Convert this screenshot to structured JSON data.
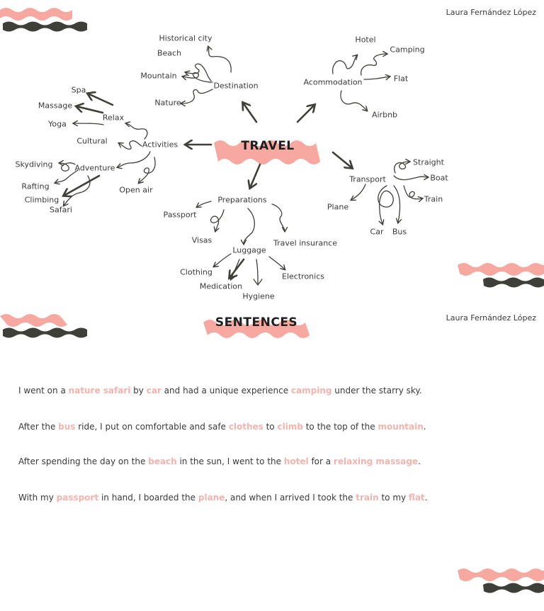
{
  "author": "Laura Fernández López",
  "colors": {
    "accent": "#f7a9a1",
    "dark": "#3f3f3a",
    "highlight": "#f4b3ad"
  },
  "mindmap": {
    "center": "TRAVEL",
    "destination": {
      "label": "Destination",
      "items": [
        "Historical city",
        "Beach",
        "Mountain",
        "Nature"
      ]
    },
    "accommodation": {
      "label": "Acommodation",
      "items": [
        "Hotel",
        "Camping",
        "Flat",
        "Airbnb"
      ]
    },
    "activities": {
      "label": "Activities",
      "relax": {
        "label": "Relax",
        "items": [
          "Spa",
          "Massage",
          "Yoga"
        ]
      },
      "cultural": "Cultural",
      "adventure": {
        "label": "Adventure",
        "items": [
          "Skydiving",
          "Rafting",
          "Climbing",
          "Safari"
        ]
      },
      "open_air": "Open air"
    },
    "transport": {
      "label": "Transport",
      "items": [
        "Straight",
        "Boat",
        "Train",
        "Plane",
        "Car",
        "Bus"
      ]
    },
    "preparations": {
      "label": "Preparations",
      "items": [
        "Passport",
        "Visas",
        "Travel insurance"
      ],
      "luggage": {
        "label": "Luggage",
        "items": [
          "Clothing",
          "Medication",
          "Hygiene",
          "Electronics"
        ]
      }
    }
  },
  "sentences_title": "SENTENCES",
  "sentences": [
    [
      {
        "t": "I went on a ",
        "h": false
      },
      {
        "t": "nature safari",
        "h": true
      },
      {
        "t": " by ",
        "h": false
      },
      {
        "t": "car",
        "h": true
      },
      {
        "t": " and had a unique experience ",
        "h": false
      },
      {
        "t": "camping",
        "h": true
      },
      {
        "t": " under the starry sky.",
        "h": false
      }
    ],
    [
      {
        "t": "After the ",
        "h": false
      },
      {
        "t": "bus",
        "h": true
      },
      {
        "t": " ride, I put on comfortable and safe ",
        "h": false
      },
      {
        "t": "clothes",
        "h": true
      },
      {
        "t": " to ",
        "h": false
      },
      {
        "t": "climb",
        "h": true
      },
      {
        "t": " to the top of the ",
        "h": false
      },
      {
        "t": "mountain",
        "h": true
      },
      {
        "t": ".",
        "h": false
      }
    ],
    [
      {
        "t": "After spending the day on the ",
        "h": false
      },
      {
        "t": "beach",
        "h": true
      },
      {
        "t": " in the sun, I went to the ",
        "h": false
      },
      {
        "t": "hotel",
        "h": true
      },
      {
        "t": " for a ",
        "h": false
      },
      {
        "t": "relaxing massage",
        "h": true
      },
      {
        "t": ".",
        "h": false
      }
    ],
    [
      {
        "t": "With my ",
        "h": false
      },
      {
        "t": "passport",
        "h": true
      },
      {
        "t": " in hand, I boarded the ",
        "h": false
      },
      {
        "t": "plane",
        "h": true
      },
      {
        "t": ", and when I arrived I took the ",
        "h": false
      },
      {
        "t": "train",
        "h": true
      },
      {
        "t": " to my ",
        "h": false
      },
      {
        "t": "flat",
        "h": true
      },
      {
        "t": ".",
        "h": false
      }
    ]
  ]
}
